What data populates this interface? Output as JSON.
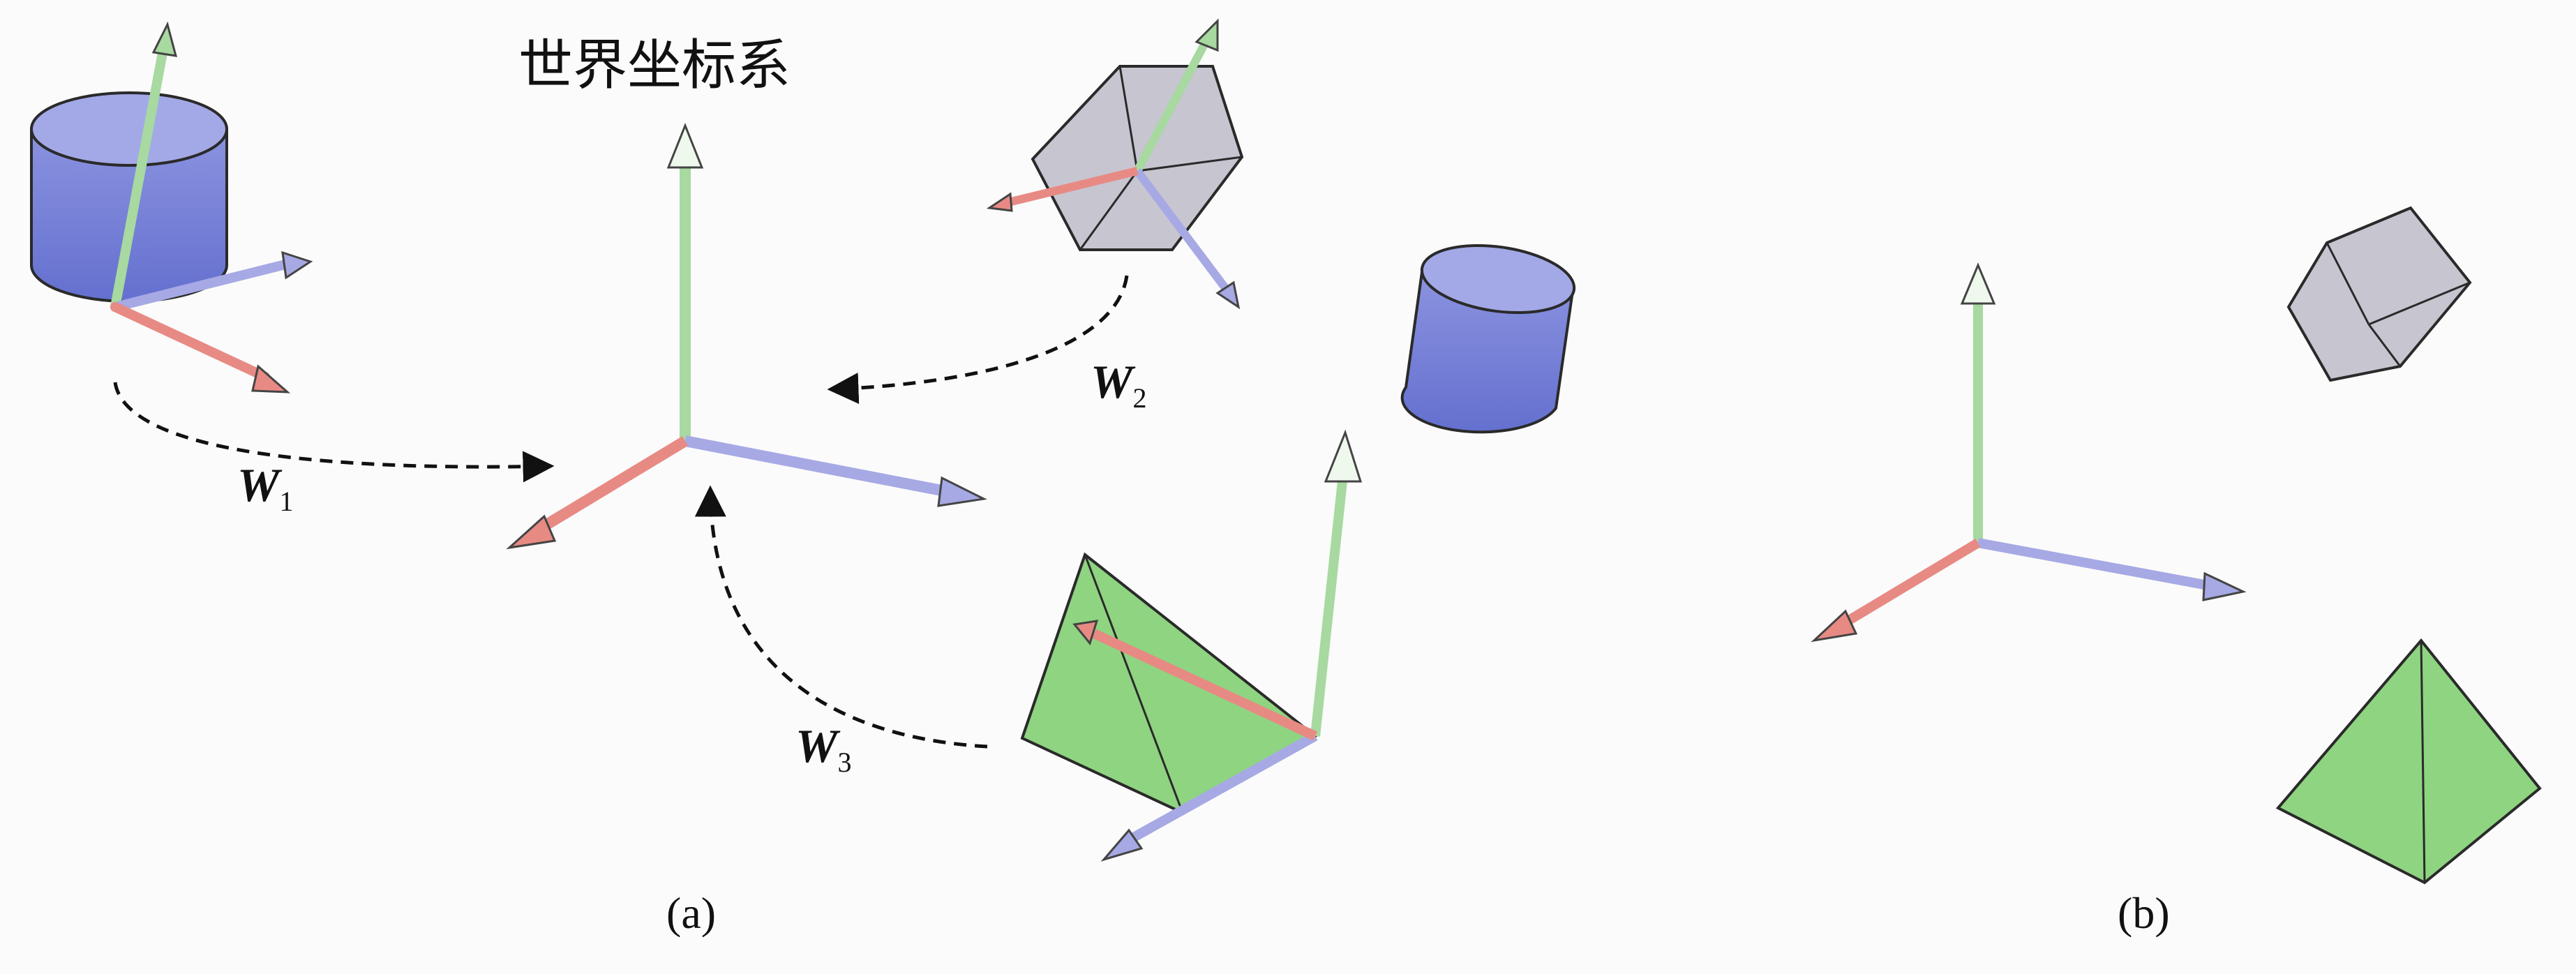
{
  "title": "世界坐标系",
  "transforms": [
    {
      "id": "W1",
      "letter": "W",
      "sub": "1"
    },
    {
      "id": "W2",
      "letter": "W",
      "sub": "2"
    },
    {
      "id": "W3",
      "letter": "W",
      "sub": "3"
    }
  ],
  "panels": {
    "a": "(a)",
    "b": "(b)"
  },
  "colors": {
    "x_axis": "#e88a84",
    "y_axis": "#a7d9a0",
    "z_axis": "#a6a9e4",
    "cylinder": "#7d86d8",
    "cube": "#c6c5d0",
    "pyramid": "#8fd481",
    "outline": "#2a2a2a",
    "arrow": "#111111"
  }
}
